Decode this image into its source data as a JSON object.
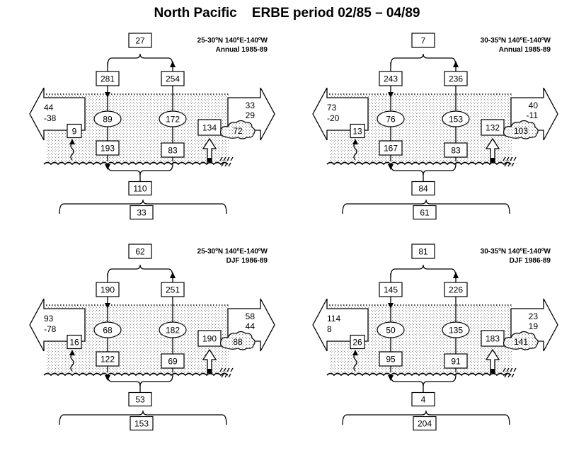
{
  "title": "North Pacific    ERBE period 02/85 – 04/89",
  "panels": [
    {
      "region": "25-30ºN 140ºE-140ºW",
      "period": "Annual 1985-89",
      "top": "27",
      "down": "281",
      "up": "254",
      "oval_left": "89",
      "oval_right": "172",
      "left_top": "44",
      "left_bottom": "-38",
      "right_top": "33",
      "right_bottom": "29",
      "small": "9",
      "surf_left": "193",
      "surf_right": "83",
      "rise": "134",
      "cloud": "72",
      "sum": "110",
      "bottom": "33"
    },
    {
      "region": "30-35ºN 140ºE-140ºW",
      "period": "Annual 1985-89",
      "top": "7",
      "down": "243",
      "up": "236",
      "oval_left": "76",
      "oval_right": "153",
      "left_top": "73",
      "left_bottom": "-20",
      "right_top": "40",
      "right_bottom": "-11",
      "small": "13",
      "surf_left": "167",
      "surf_right": "83",
      "rise": "132",
      "cloud": "103",
      "sum": "84",
      "bottom": "61"
    },
    {
      "region": "25-30ºN 140ºE-140ºW",
      "period": "DJF 1986-89",
      "top": "62",
      "down": "190",
      "up": "251",
      "oval_left": "68",
      "oval_right": "182",
      "left_top": "93",
      "left_bottom": "-78",
      "right_top": "58",
      "right_bottom": "44",
      "small": "16",
      "surf_left": "122",
      "surf_right": "69",
      "rise": "190",
      "cloud": "88",
      "sum": "53",
      "bottom": "153"
    },
    {
      "region": "30-35ºN 140ºE-140ºW",
      "period": "DJF 1986-89",
      "top": "81",
      "down": "145",
      "up": "226",
      "oval_left": "50",
      "oval_right": "135",
      "left_top": "114",
      "left_bottom": "8",
      "right_top": "23",
      "right_bottom": "19",
      "small": "26",
      "surf_left": "95",
      "surf_right": "91",
      "rise": "183",
      "cloud": "141",
      "sum": "4",
      "bottom": "204"
    }
  ]
}
